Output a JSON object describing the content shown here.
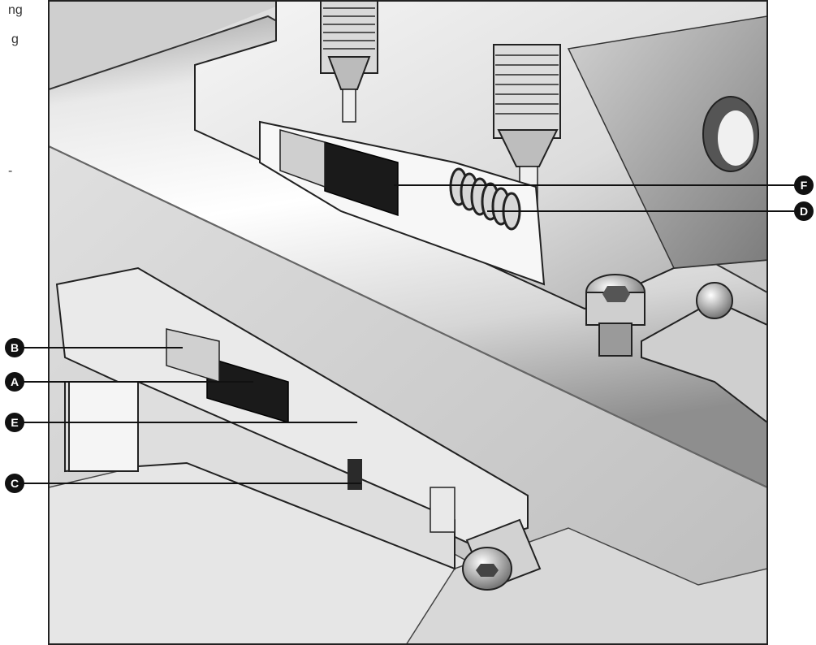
{
  "side_text": {
    "line1": "ng",
    "line2": "g",
    "line3": "-"
  },
  "callouts": {
    "A": {
      "label": "A",
      "part": "callout-a"
    },
    "B": {
      "label": "B",
      "part": "callout-b"
    },
    "C": {
      "label": "C",
      "part": "callout-c"
    },
    "D": {
      "label": "D",
      "part": "callout-d"
    },
    "E": {
      "label": "E",
      "part": "callout-e"
    },
    "F": {
      "label": "F",
      "part": "callout-f"
    }
  },
  "colors": {
    "frame": "#222222",
    "callout_fill": "#111111",
    "callout_text": "#ffffff",
    "metal_light": "#f2f2f2",
    "metal_mid": "#c9c9c9",
    "metal_dark": "#6a6a6a",
    "seal_face": "#1a1a1a"
  }
}
